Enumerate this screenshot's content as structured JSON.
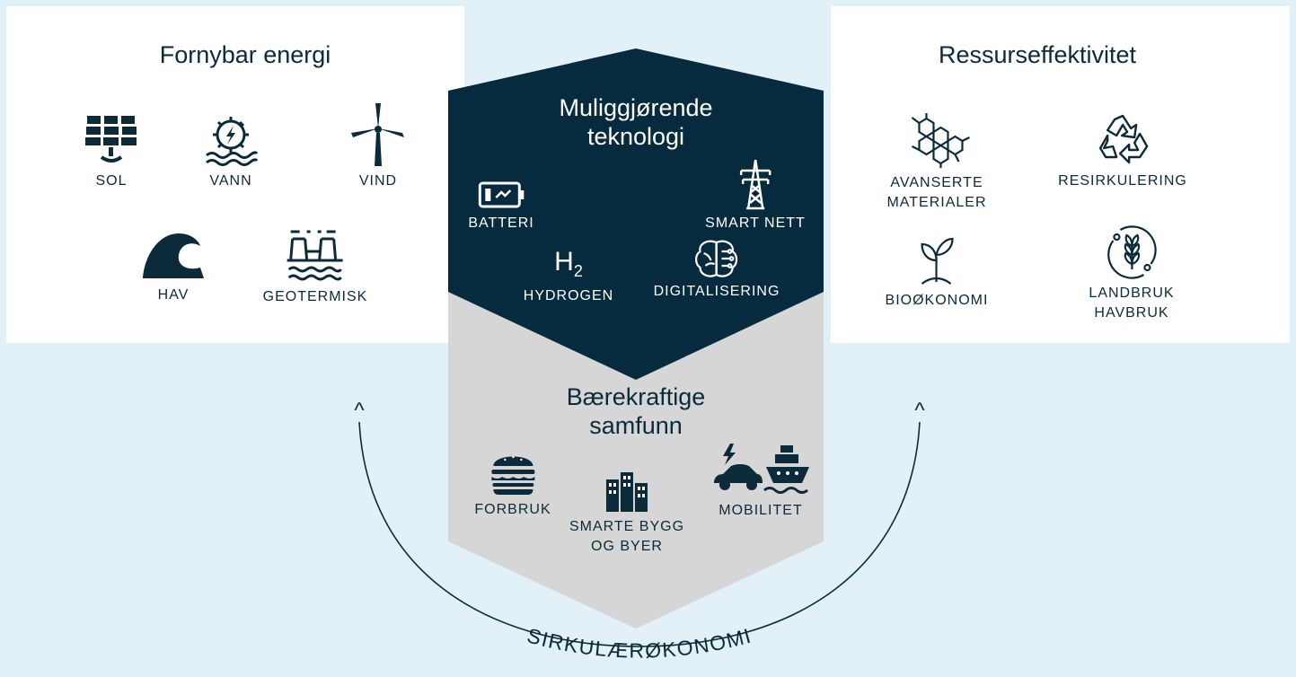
{
  "colors": {
    "dark_navy": "#062b3e",
    "light_gray": "#d6d6d6",
    "background": "#e2f1f8",
    "white": "#ffffff"
  },
  "left": {
    "title": "Fornybar energi",
    "items": [
      {
        "label": "SOL",
        "icon": "solar-panel-icon"
      },
      {
        "label": "VANN",
        "icon": "hydro-power-icon"
      },
      {
        "label": "VIND",
        "icon": "wind-turbine-icon"
      },
      {
        "label": "HAV",
        "icon": "wave-icon"
      },
      {
        "label": "GEOTERMISK",
        "icon": "geothermal-icon"
      }
    ]
  },
  "center_top": {
    "title": "Muliggjørende\nteknologi",
    "items": [
      {
        "label": "BATTERI",
        "icon": "battery-icon"
      },
      {
        "label": "SMART NETT",
        "icon": "power-pylon-icon"
      },
      {
        "label": "HYDROGEN",
        "symbol": "H",
        "subscript": "2"
      },
      {
        "label": "DIGITALISERING",
        "icon": "brain-circuit-icon"
      }
    ]
  },
  "center_bottom": {
    "title": "Bærekraftige\nsamfunn",
    "items": [
      {
        "label": "FORBRUK",
        "icon": "burger-icon"
      },
      {
        "label": "SMARTE BYGG\nOG BYER",
        "icon": "city-buildings-icon"
      },
      {
        "label": "MOBILITET",
        "icon": "electric-car-ship-icon"
      }
    ]
  },
  "right": {
    "title": "Ressurseffektivitet",
    "items": [
      {
        "label": "AVANSERTE\nMATERIALER",
        "icon": "molecular-lattice-icon"
      },
      {
        "label": "RESIRKULERING",
        "icon": "recycle-icon"
      },
      {
        "label": "BIOØKONOMI",
        "icon": "sprout-icon"
      },
      {
        "label": "LANDBRUK\nHAVBRUK",
        "icon": "wheat-circle-icon"
      }
    ]
  },
  "cycle": {
    "label": "SIRKULÆRØKONOMI",
    "arrow_glyph": "^"
  }
}
